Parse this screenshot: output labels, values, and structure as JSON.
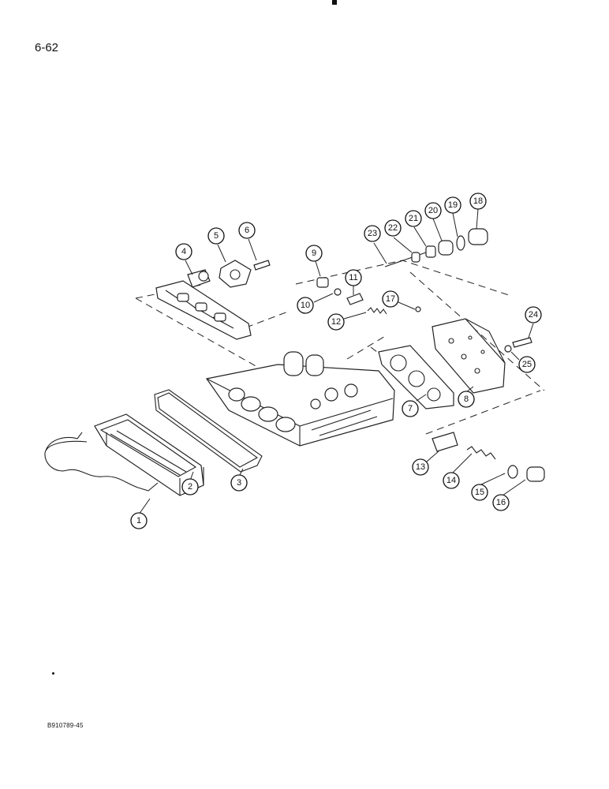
{
  "page": {
    "number": "6-62",
    "figure_code": "B910789-45"
  },
  "callouts": [
    {
      "label": "1"
    },
    {
      "label": "2"
    },
    {
      "label": "3"
    },
    {
      "label": "4"
    },
    {
      "label": "5"
    },
    {
      "label": "6"
    },
    {
      "label": "7"
    },
    {
      "label": "8"
    },
    {
      "label": "9"
    },
    {
      "label": "10"
    },
    {
      "label": "11"
    },
    {
      "label": "12"
    },
    {
      "label": "13"
    },
    {
      "label": "14"
    },
    {
      "label": "15"
    },
    {
      "label": "16"
    },
    {
      "label": "17"
    },
    {
      "label": "18"
    },
    {
      "label": "19"
    },
    {
      "label": "20"
    },
    {
      "label": "21"
    },
    {
      "label": "22"
    },
    {
      "label": "23"
    },
    {
      "label": "24"
    },
    {
      "label": "25"
    }
  ]
}
